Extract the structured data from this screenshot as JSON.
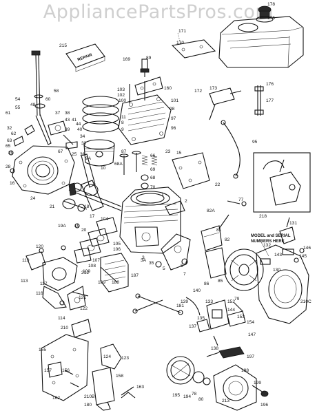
{
  "watermark": "AppliancePartsPros.com",
  "model_note": "MODEL and SERIAL NUMBERS HERE",
  "icons": [
    "engine-exploded-view"
  ],
  "callouts": [
    {
      "n": "178"
    },
    {
      "n": "175"
    },
    {
      "n": "171"
    },
    {
      "n": "170"
    },
    {
      "n": "215"
    },
    {
      "n": "169"
    },
    {
      "n": "89"
    },
    {
      "n": "160"
    },
    {
      "n": "103"
    },
    {
      "n": "102"
    },
    {
      "n": "100"
    },
    {
      "n": "101"
    },
    {
      "n": "98"
    },
    {
      "n": "97"
    },
    {
      "n": "96"
    },
    {
      "n": "11"
    },
    {
      "n": "8"
    },
    {
      "n": "9"
    },
    {
      "n": "58"
    },
    {
      "n": "60"
    },
    {
      "n": "54"
    },
    {
      "n": "48"
    },
    {
      "n": "55"
    },
    {
      "n": "61"
    },
    {
      "n": "37"
    },
    {
      "n": "38"
    },
    {
      "n": "43"
    },
    {
      "n": "41"
    },
    {
      "n": "44"
    },
    {
      "n": "40"
    },
    {
      "n": "39"
    },
    {
      "n": "32"
    },
    {
      "n": "34"
    },
    {
      "n": "33"
    },
    {
      "n": "62"
    },
    {
      "n": "63"
    },
    {
      "n": "65"
    },
    {
      "n": "29"
    },
    {
      "n": "28"
    },
    {
      "n": "67"
    },
    {
      "n": "25"
    },
    {
      "n": "36"
    },
    {
      "n": "24"
    },
    {
      "n": "10"
    },
    {
      "n": "9A"
    },
    {
      "n": "87"
    },
    {
      "n": "68A"
    },
    {
      "n": "69"
    },
    {
      "n": "70"
    },
    {
      "n": "66"
    },
    {
      "n": "68"
    },
    {
      "n": "23"
    },
    {
      "n": "15"
    },
    {
      "n": "22"
    },
    {
      "n": "173"
    },
    {
      "n": "172"
    },
    {
      "n": "176"
    },
    {
      "n": "177"
    },
    {
      "n": "95"
    },
    {
      "n": "218"
    },
    {
      "n": "16"
    },
    {
      "n": "21"
    },
    {
      "n": "18"
    },
    {
      "n": "17"
    },
    {
      "n": "1"
    },
    {
      "n": "2"
    },
    {
      "n": "82A"
    },
    {
      "n": "77"
    },
    {
      "n": "19A"
    },
    {
      "n": "19"
    },
    {
      "n": "20"
    },
    {
      "n": "104"
    },
    {
      "n": "3"
    },
    {
      "n": "4"
    },
    {
      "n": "81"
    },
    {
      "n": "82"
    },
    {
      "n": "131"
    },
    {
      "n": "120"
    },
    {
      "n": "105"
    },
    {
      "n": "106"
    },
    {
      "n": "107"
    },
    {
      "n": "108"
    },
    {
      "n": "109"
    },
    {
      "n": "119"
    },
    {
      "n": "113"
    },
    {
      "n": "117"
    },
    {
      "n": "116"
    },
    {
      "n": "212"
    },
    {
      "n": "189"
    },
    {
      "n": "188"
    },
    {
      "n": "187"
    },
    {
      "n": "121"
    },
    {
      "n": "122"
    },
    {
      "n": "114"
    },
    {
      "n": "3A"
    },
    {
      "n": "35"
    },
    {
      "n": "5"
    },
    {
      "n": "6"
    },
    {
      "n": "7"
    },
    {
      "n": "86"
    },
    {
      "n": "85"
    },
    {
      "n": "79"
    },
    {
      "n": "132"
    },
    {
      "n": "143"
    },
    {
      "n": "146"
    },
    {
      "n": "145"
    },
    {
      "n": "130"
    },
    {
      "n": "181"
    },
    {
      "n": "139"
    },
    {
      "n": "140"
    },
    {
      "n": "133"
    },
    {
      "n": "135"
    },
    {
      "n": "137"
    },
    {
      "n": "144"
    },
    {
      "n": "152"
    },
    {
      "n": "153"
    },
    {
      "n": "154"
    },
    {
      "n": "147"
    },
    {
      "n": "210C"
    },
    {
      "n": "210"
    },
    {
      "n": "155"
    },
    {
      "n": "124"
    },
    {
      "n": "123"
    },
    {
      "n": "157"
    },
    {
      "n": "156"
    },
    {
      "n": "158"
    },
    {
      "n": "162"
    },
    {
      "n": "210B"
    },
    {
      "n": "180"
    },
    {
      "n": "163"
    },
    {
      "n": "138"
    },
    {
      "n": "197"
    },
    {
      "n": "198"
    },
    {
      "n": "195"
    },
    {
      "n": "194"
    },
    {
      "n": "78"
    },
    {
      "n": "80"
    },
    {
      "n": "213"
    },
    {
      "n": "199"
    },
    {
      "n": "196"
    }
  ]
}
